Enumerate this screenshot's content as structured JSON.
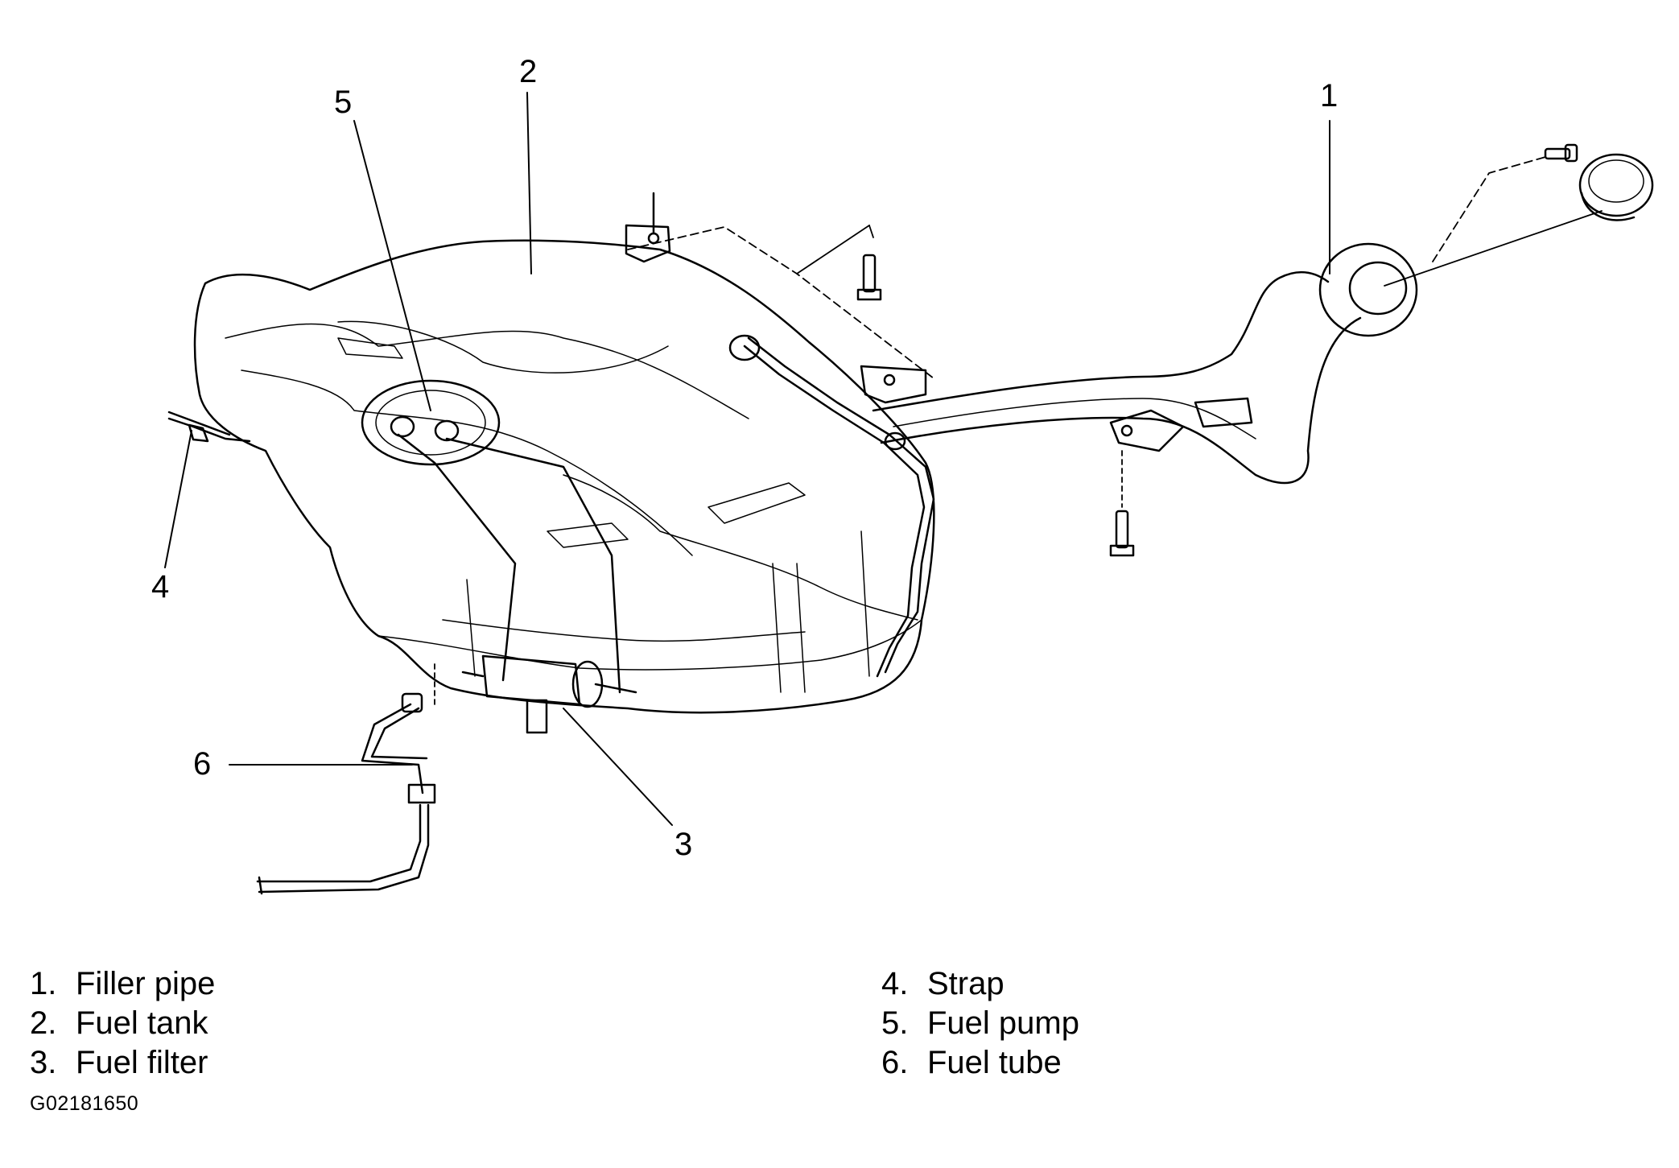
{
  "callouts": [
    "1",
    "2",
    "3",
    "4",
    "5",
    "6"
  ],
  "legend_left": [
    {
      "num": "1.",
      "label": "Filler pipe"
    },
    {
      "num": "2.",
      "label": "Fuel tank"
    },
    {
      "num": "3.",
      "label": "Fuel filter"
    }
  ],
  "legend_right": [
    {
      "num": "4.",
      "label": "Strap"
    },
    {
      "num": "5.",
      "label": "Fuel pump"
    },
    {
      "num": "6.",
      "label": "Fuel tube"
    }
  ],
  "figure_id": "G02181650"
}
